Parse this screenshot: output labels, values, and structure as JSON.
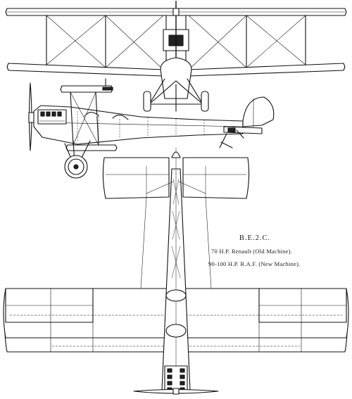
{
  "caption": {
    "title": "B.E.2.C.",
    "line1": "70 H.P. Renault (Old Machine).",
    "line2": "90-100 H.P. R.A.F. (New Machine)."
  }
}
